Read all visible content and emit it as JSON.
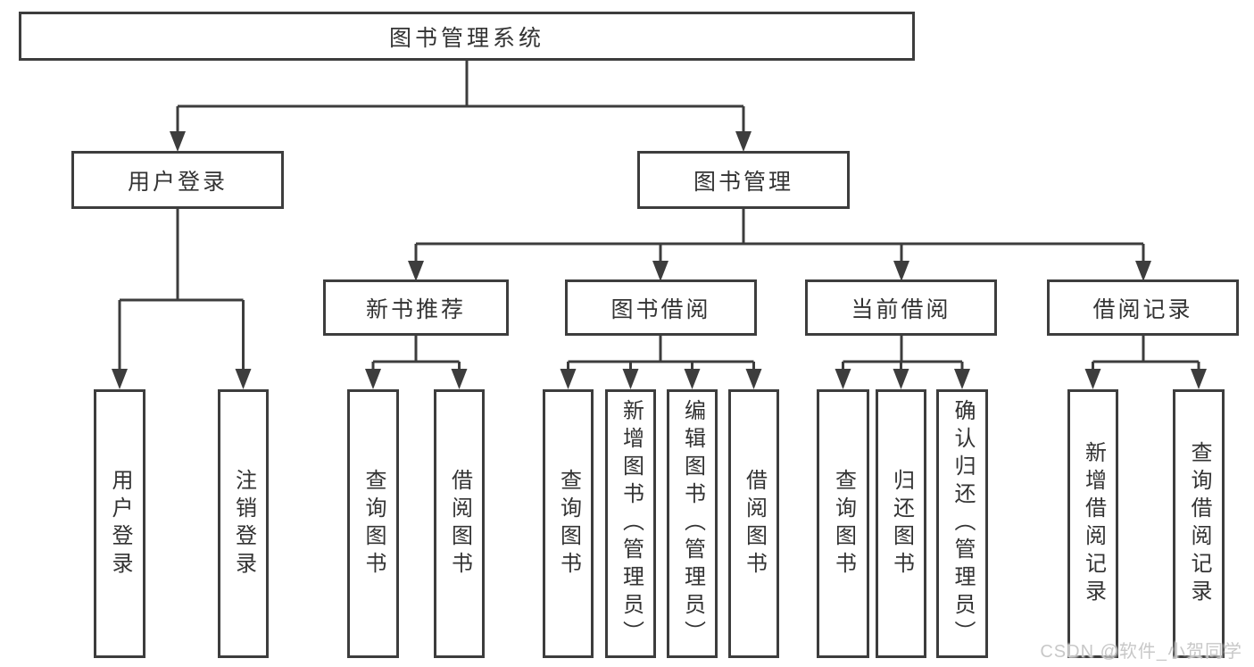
{
  "colors": {
    "line": "#3d3d3d",
    "text": "#333333",
    "background": "#ffffff",
    "watermark_gray": "#c8c8c8"
  },
  "diagram": {
    "root": {
      "label": "图书管理系统"
    },
    "level2": {
      "user_login": {
        "label": "用户登录",
        "parent": "root"
      },
      "book_mgmt": {
        "label": "图书管理",
        "parent": "root"
      }
    },
    "level3": {
      "new_book_rec": {
        "label": "新书推荐",
        "parent": "book_mgmt"
      },
      "book_borrow": {
        "label": "图书借阅",
        "parent": "book_mgmt"
      },
      "current_borrow": {
        "label": "当前借阅",
        "parent": "book_mgmt"
      },
      "borrow_record": {
        "label": "借阅记录",
        "parent": "book_mgmt"
      }
    },
    "level4": {
      "login_leaf": {
        "label": "用户登录",
        "parent": "user_login"
      },
      "logout_leaf": {
        "label": "注销登录",
        "parent": "user_login"
      },
      "query_book_rec": {
        "label": "查询图书",
        "parent": "new_book_rec"
      },
      "borrow_book_rec": {
        "label": "借阅图书",
        "parent": "new_book_rec"
      },
      "query_book_borrow": {
        "label": "查询图书",
        "parent": "book_borrow"
      },
      "add_book": {
        "label": "新增图书（管理员）",
        "parent": "book_borrow"
      },
      "edit_book": {
        "label": "编辑图书（管理员）",
        "parent": "book_borrow"
      },
      "borrow_book_borrow": {
        "label": "借阅图书",
        "parent": "book_borrow"
      },
      "query_book_current": {
        "label": "查询图书",
        "parent": "current_borrow"
      },
      "return_book": {
        "label": "归还图书",
        "parent": "current_borrow"
      },
      "confirm_return": {
        "label": "确认归还（管理员）",
        "parent": "current_borrow"
      },
      "add_record": {
        "label": "新增借阅记录",
        "parent": "borrow_record"
      },
      "query_record": {
        "label": "查询借阅记录",
        "parent": "borrow_record"
      }
    }
  },
  "watermark": {
    "text": "CSDN @软件_小贺同学"
  }
}
